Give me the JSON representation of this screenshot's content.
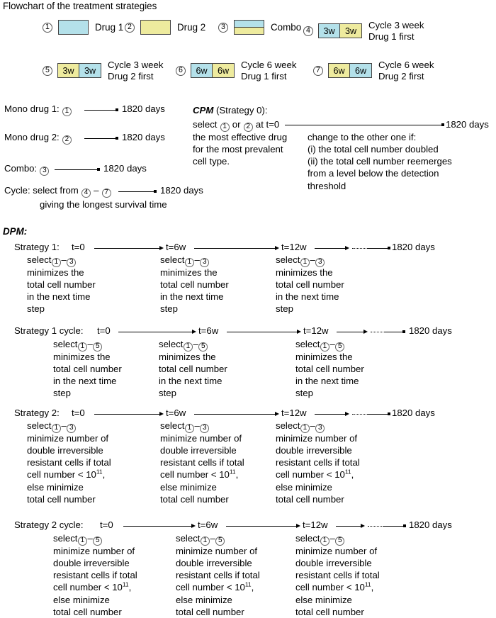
{
  "title": "Flowchart of the treatment strategies",
  "legend": {
    "row1": [
      {
        "num": "1",
        "type": "plain",
        "color": "drug1",
        "label": "Drug 1"
      },
      {
        "num": "2",
        "type": "plain",
        "color": "drug2",
        "label": "Drug 2"
      },
      {
        "num": "3",
        "type": "combo",
        "label": "Combo"
      },
      {
        "num": "4",
        "type": "cycle",
        "cells": [
          "3w",
          "3w"
        ],
        "first": "drug1",
        "label_line1": "Cycle 3 week",
        "label_line2": "Drug 1 first"
      }
    ],
    "row2": [
      {
        "num": "5",
        "type": "cycle",
        "cells": [
          "3w",
          "3w"
        ],
        "first": "drug2",
        "label_line1": "Cycle 3 week",
        "label_line2": "Drug 2 first"
      },
      {
        "num": "6",
        "type": "cycle",
        "cells": [
          "6w",
          "6w"
        ],
        "first": "drug1",
        "label_line1": "Cycle 6 week",
        "label_line2": "Drug 1 first"
      },
      {
        "num": "7",
        "type": "cycle",
        "cells": [
          "6w",
          "6w"
        ],
        "first": "drug2",
        "label_line1": "Cycle 6 week",
        "label_line2": "Drug 2 first"
      }
    ]
  },
  "colors": {
    "drug1": "#b4e1ea",
    "drug2": "#eeeb9e",
    "line": "#000000",
    "circle_stroke": "#555555"
  },
  "mono": {
    "drug1_label": "Mono drug 1:",
    "drug1_num": "1",
    "drug1_end": "1820 days",
    "drug2_label": "Mono drug 2:",
    "drug2_num": "2",
    "drug2_end": "1820 days",
    "combo_label": "Combo:",
    "combo_num": "3",
    "combo_end": "1820 days",
    "cycle_label": "Cycle: select from",
    "cycle_from": "4",
    "cycle_dash": "–",
    "cycle_to": "7",
    "cycle_end": "1820 days",
    "cycle_sub": "giving the longest survival time"
  },
  "cpm": {
    "head_bold": "CPM",
    "head_rest": " (Strategy 0):",
    "select_pre": "select",
    "num_a": "1",
    "or": "or",
    "num_b": "2",
    "select_post": "at t=0",
    "end": "1820 days",
    "left_lines": [
      "the most effective drug",
      "for the most prevalent",
      "cell type."
    ],
    "right_lines": [
      "change to the other one if:",
      "(i) the total cell number doubled",
      "(ii) the total cell number reemerges",
      "from a level below the detection",
      "threshold"
    ]
  },
  "dpm": {
    "head": "DPM:",
    "timeline_labels": {
      "t0": "t=0",
      "t6": "t=6w",
      "t12": "t=12w",
      "end": "1820 days"
    },
    "strategies": [
      {
        "name": "Strategy 1:",
        "select_pre": "select",
        "num_from": "1",
        "dash": "–",
        "num_to": "3",
        "body": [
          "minimizes the",
          "total cell number",
          "in the next time",
          "step"
        ]
      },
      {
        "name": "Strategy 1 cycle:",
        "select_pre": "select",
        "num_from": "1",
        "dash": "–",
        "num_to": "5",
        "body": [
          "minimizes the",
          "total cell number",
          "in the next time",
          "step"
        ]
      },
      {
        "name": "Strategy 2:",
        "select_pre": "select",
        "num_from": "1",
        "dash": "–",
        "num_to": "3",
        "body": [
          "minimize number of",
          "double irreversible",
          "resistant cells if total",
          "cell number < 10^11,",
          "else minimize",
          "total cell number"
        ]
      },
      {
        "name": "Strategy 2 cycle:",
        "select_pre": "select",
        "num_from": "1",
        "dash": "–",
        "num_to": "5",
        "body": [
          "minimize number of",
          "double irreversible",
          "resistant cells if total",
          "cell number < 10^11,",
          "else minimize",
          "total cell number"
        ]
      }
    ]
  }
}
